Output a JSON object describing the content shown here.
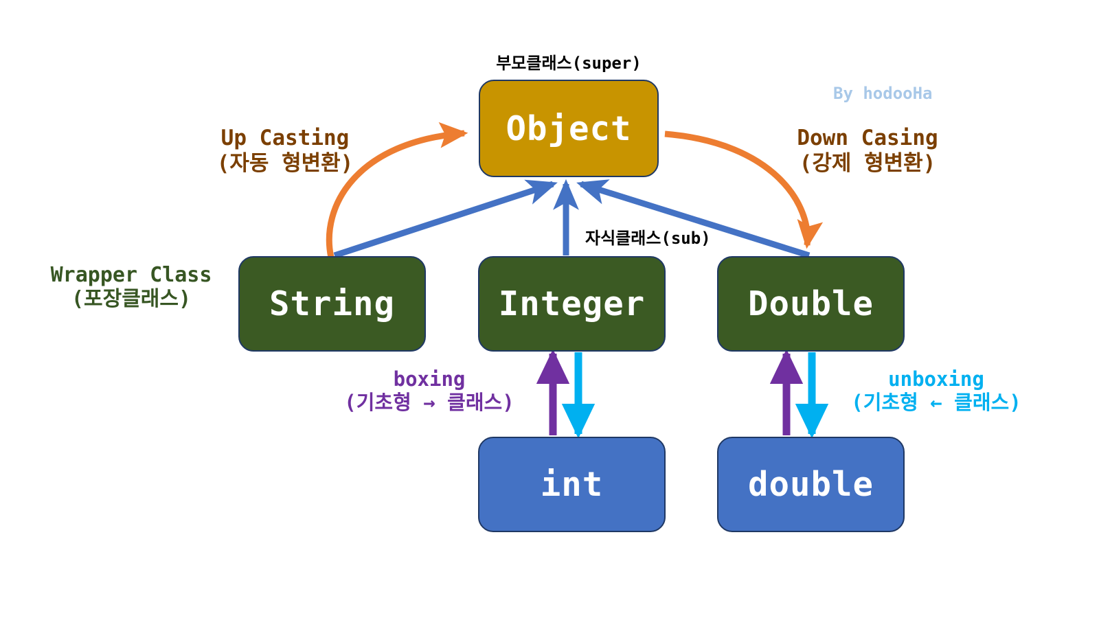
{
  "diagram": {
    "title_credit": "By hodooHa",
    "colors": {
      "super_box": "#C89400",
      "wrapper_box": "#3B5A23",
      "primitive_box": "#4472C4",
      "box_border": "#1F3864",
      "inherit_arrow": "#4472C4",
      "casting_arrow": "#ED7D31",
      "casting_text": "#7B3F00",
      "wrapper_text": "#375623",
      "boxing_arrow": "#7030A0",
      "unboxing_arrow": "#00B0F0",
      "credit_text": "#A8C8E8",
      "background": "#FFFFFF"
    },
    "nodes": {
      "object": "Object",
      "string": "String",
      "integer": "Integer",
      "double_class": "Double",
      "int_prim": "int",
      "double_prim": "double"
    },
    "labels": {
      "super_class": "부모클래스(super)",
      "sub_class": "자식클래스(sub)",
      "up_casting": "Up Casting\n(자동 형변환)",
      "down_casting": "Down Casing\n(강제 형변환)",
      "wrapper_class": "Wrapper Class\n(포장클래스)",
      "boxing": "boxing\n(기초형 → 클래스)",
      "unboxing": "unboxing\n(기초형 ← 클래스)"
    }
  }
}
